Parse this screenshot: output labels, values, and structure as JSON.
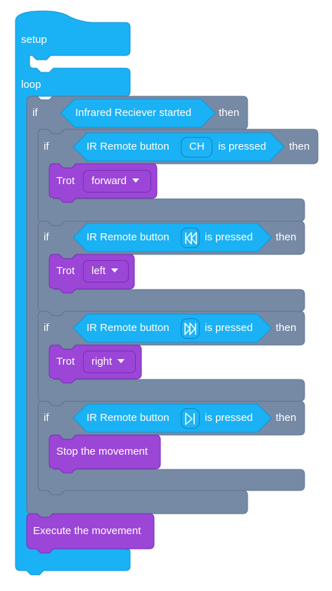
{
  "hat": {
    "setup_label": "setup",
    "loop_label": "loop"
  },
  "outer_if": {
    "if_label": "if",
    "condition_label": "Infrared Reciever started",
    "then_label": "then"
  },
  "inner_ifs": [
    {
      "if_label": "if",
      "condition_prefix": "IR Remote button",
      "button_text": "CH",
      "button_icon": "",
      "condition_suffix": "is pressed",
      "then_label": "then",
      "action": {
        "label": "Trot",
        "dropdown": "forward"
      }
    },
    {
      "if_label": "if",
      "condition_prefix": "IR Remote button",
      "button_text": "",
      "button_icon": "previous-track-icon",
      "condition_suffix": "is pressed",
      "then_label": "then",
      "action": {
        "label": "Trot",
        "dropdown": "left"
      }
    },
    {
      "if_label": "if",
      "condition_prefix": "IR Remote button",
      "button_text": "",
      "button_icon": "next-track-icon",
      "condition_suffix": "is pressed",
      "then_label": "then",
      "action": {
        "label": "Trot",
        "dropdown": "right"
      }
    },
    {
      "if_label": "if",
      "condition_prefix": "IR Remote button",
      "button_text": "",
      "button_icon": "play-pause-icon",
      "condition_suffix": "is pressed",
      "then_label": "then",
      "action": {
        "label": "Stop the movement"
      }
    }
  ],
  "final_block": {
    "label": "Execute the movement"
  },
  "colors": {
    "event_blue": "#1ab1f5",
    "control_gray": "#768aa5",
    "motion_purple": "#9b46d6",
    "sensor_blue": "#1ab1f5"
  }
}
